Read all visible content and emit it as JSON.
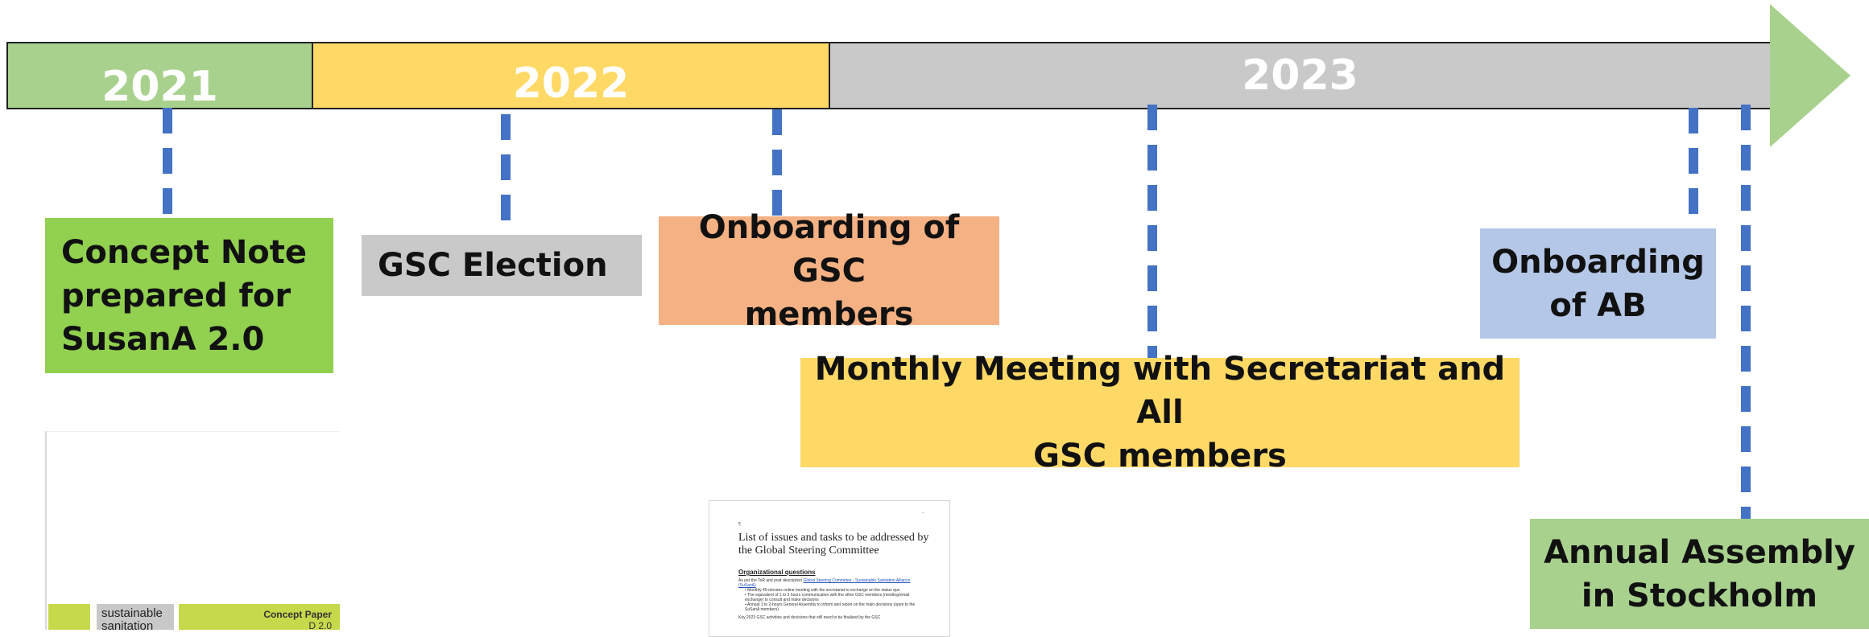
{
  "timeline": {
    "years": [
      {
        "label": "2021",
        "color": "#a9d18e"
      },
      {
        "label": "2022",
        "color": "#ffd966"
      },
      {
        "label": "2023",
        "color": "#c9c9c9"
      }
    ],
    "arrow_color": "#a9d18e",
    "connector_color": "#4472c4"
  },
  "events": {
    "concept_note": {
      "lines": [
        "Concept Note",
        "prepared for",
        "SusanA 2.0"
      ],
      "color": "#92d050"
    },
    "gsc_election": {
      "text": "GSC Election",
      "color": "#c9c9c9"
    },
    "onboarding_gsc": {
      "lines": [
        "Onboarding of GSC",
        "members"
      ],
      "color": "#f4b183"
    },
    "monthly_meeting": {
      "lines": [
        "Monthly Meeting with Secretariat and All",
        "GSC members"
      ],
      "color": "#ffd966"
    },
    "onboarding_ab": {
      "lines": [
        "Onboarding",
        "of AB"
      ],
      "color": "#b4c7e7"
    },
    "annual_assembly": {
      "lines": [
        "Annual Assembly",
        "in Stockholm"
      ],
      "color": "#a9d18e"
    }
  },
  "documents": {
    "concept_paper": {
      "brand": "sustainable sanitation",
      "label": "Concept Paper",
      "label_suffix": "D 2.0"
    },
    "issues_list": {
      "title": "List of issues and tasks to be addressed by the Global Steering Committee",
      "section": "Organizational questions",
      "intro": "As per the ToR and post description",
      "intro_link": "Global Steering Committee - Sustainable Sanitation Alliance (SuSanA)",
      "bullets": [
        "Monthly 45-minutes online meeting with the secretariat to exchange on the status quo",
        "The equivalent of 1 to 3 hours communication with the other GSC members (meeting/email exchange) to consult and make decisions",
        "Annual 1 to 2-hours General Assembly to inform and report on the main decisions (open to the SuSanA members)"
      ],
      "footer": "Key 2023 GSC activities and decisions that still need to be finalised by the GSC"
    }
  }
}
